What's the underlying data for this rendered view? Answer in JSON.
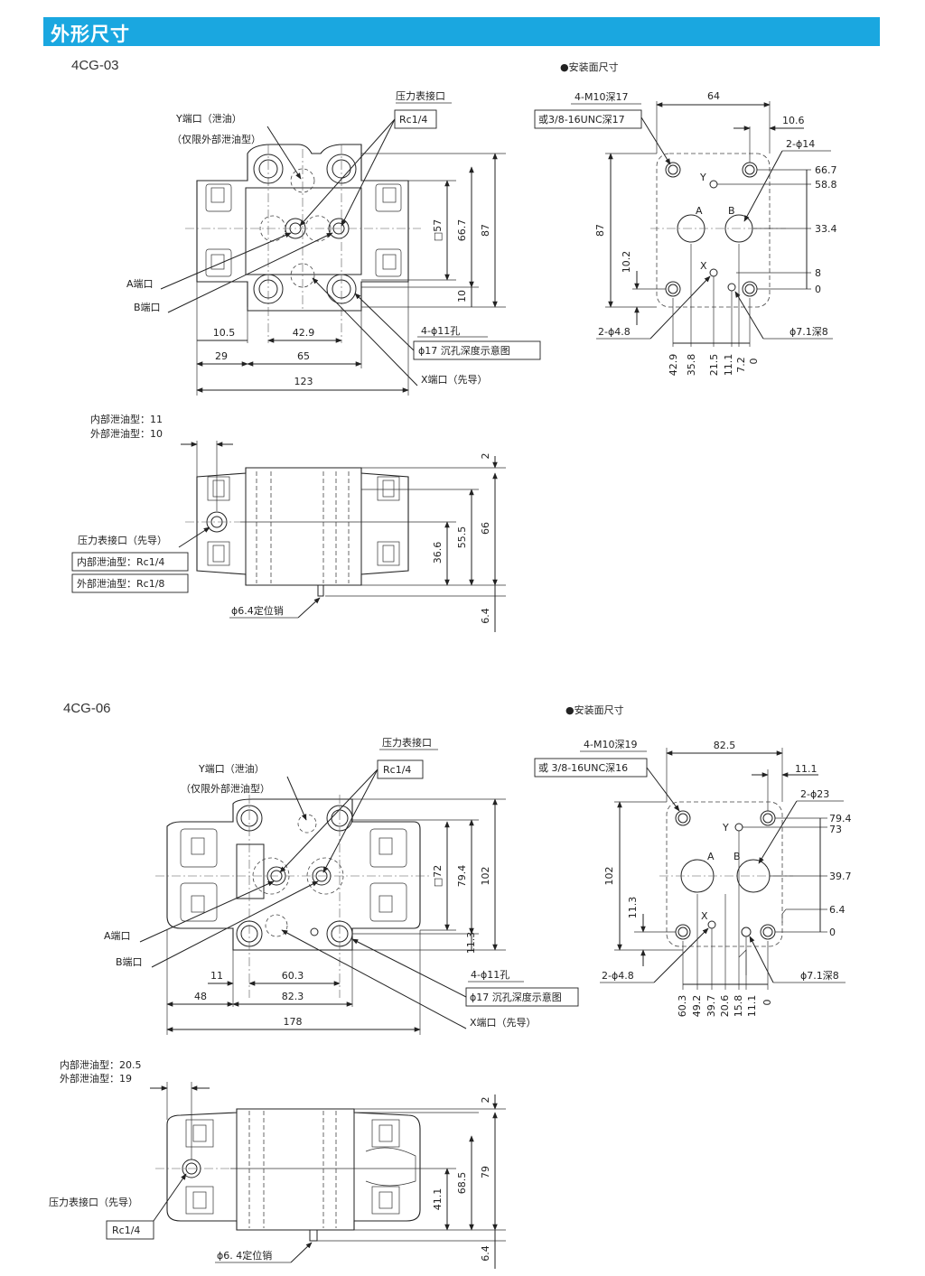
{
  "header": {
    "title": "外形尺寸"
  },
  "models": [
    {
      "name": "4CG-03",
      "mount_title": "●安装面尺寸",
      "top_labels": {
        "gauge_port": "压力表接口",
        "gauge_thread": "Rc1/4",
        "y_port": "Y端口（泄油）",
        "y_note": "（仅限外部泄油型）",
        "a_port": "A端口",
        "b_port": "B端口",
        "x_port": "X端口（先导）",
        "holes": "4-ϕ11孔",
        "cbore": "ϕ17 沉孔深度示意图"
      },
      "top_dims": {
        "d1": "10.5",
        "d2": "42.9",
        "d3": "29",
        "d4": "65",
        "d5": "123",
        "v1": "□57",
        "v2": "66.7",
        "v3": "87",
        "v4": "10"
      },
      "side_labels": {
        "drain_int": "内部泄油型：11",
        "drain_ext": "外部泄油型：10",
        "gauge_pilot": "压力表接口（先导）",
        "rc_int": "内部泄油型：Rc1/4",
        "rc_ext": "外部泄油型：Rc1/8",
        "pin": "ϕ6.4定位销"
      },
      "side_dims": {
        "v1": "2",
        "v2": "36.6",
        "v3": "55.5",
        "v4": "66",
        "v5": "6.4"
      },
      "mount_labels": {
        "tap1": "4-M10深17",
        "tap2": "或3/8-16UNC深17",
        "width": "64",
        "edge": "10.6",
        "big": "2-ϕ14",
        "height": "87",
        "small": "2-ϕ4.8",
        "pinhole": "ϕ7.1深8",
        "y": "Y",
        "a": "A",
        "b": "B",
        "x": "X"
      },
      "mount_right": [
        "66.7",
        "58.8",
        "33.4",
        "8",
        "0"
      ],
      "mount_left": "10.2",
      "mount_bottom": [
        "42.9",
        "35.8",
        "21.5",
        "11.1",
        "7.2",
        "0"
      ]
    },
    {
      "name": "4CG-06",
      "mount_title": "●安装面尺寸",
      "top_labels": {
        "gauge_port": "压力表接口",
        "gauge_thread": "Rc1/4",
        "y_port": "Y端口（泄油）",
        "y_note": "（仅限外部泄油型）",
        "a_port": "A端口",
        "b_port": "B端口",
        "x_port": "X端口（先导）",
        "holes": "4-ϕ11孔",
        "cbore": "ϕ17 沉孔深度示意图"
      },
      "top_dims": {
        "d1": "11",
        "d2": "60.3",
        "d3": "48",
        "d4": "82.3",
        "d5": "178",
        "v1": "□72",
        "v2": "79.4",
        "v3": "102",
        "v4": "11.3"
      },
      "side_labels": {
        "drain_int": "内部泄油型：20.5",
        "drain_ext": "外部泄油型：19",
        "gauge_pilot": "压力表接口（先导）",
        "rc": "Rc1/4",
        "pin": "ϕ6. 4定位销"
      },
      "side_dims": {
        "v1": "2",
        "v2": "41.1",
        "v3": "68.5",
        "v4": "79",
        "v5": "6.4"
      },
      "mount_labels": {
        "tap1": "4-M10深19",
        "tap2": "或 3/8-16UNC深16",
        "width": "82.5",
        "edge": "11.1",
        "big": "2-ϕ23",
        "height": "102",
        "small": "2-ϕ4.8",
        "pinhole": "ϕ7.1深8",
        "y": "Y",
        "a": "A",
        "b": "B",
        "x": "X"
      },
      "mount_right": [
        "79.4",
        "73",
        "39.7",
        "6.4",
        "0"
      ],
      "mount_left": "11.3",
      "mount_bottom": [
        "60.3",
        "49.2",
        "39.7",
        "20.6",
        "15.8",
        "11.1",
        "0"
      ]
    }
  ]
}
